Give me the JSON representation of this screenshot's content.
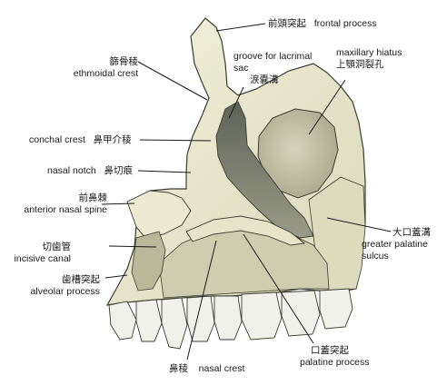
{
  "labels": {
    "frontal_process": {
      "zh": "前頭突起",
      "en": "frontal process"
    },
    "ethmoidal_crest": {
      "zh": "篩骨稜",
      "en": "ethmoidal crest"
    },
    "groove_lacrimal": {
      "en1": "groove for lacrimal",
      "en2": "sac",
      "zh": "涙嚢溝"
    },
    "maxillary_hiatus": {
      "en": "maxillary hiatus",
      "zh": "上顎洞裂孔"
    },
    "conchal_crest": {
      "en": "conchal crest",
      "zh": "鼻甲介稜"
    },
    "nasal_notch": {
      "en": "nasal notch",
      "zh": "鼻切痕"
    },
    "anterior_nasal_spine": {
      "zh": "前鼻棘",
      "en": "anterior nasal spine"
    },
    "incisive_canal": {
      "zh": "切歯管",
      "en": "incisive canal"
    },
    "alveolar_process": {
      "zh": "歯槽突起",
      "en": "alveolar process"
    },
    "greater_palatine_sulcus": {
      "zh": "大口蓋溝",
      "en1": "greater palatine",
      "en2": "sulcus"
    },
    "nasal_crest": {
      "zh": "鼻稜",
      "en": "nasal crest"
    },
    "palatine_process": {
      "zh": "口蓋突起",
      "en": "palatine process"
    }
  },
  "colors": {
    "bone": "#e9e8cf",
    "bone_shade": "#c9c8a8",
    "bone_outline": "#3c3c30",
    "cavity": "#6f7368",
    "teeth": "#f1f1ec",
    "leader": "#1a1a1a"
  }
}
